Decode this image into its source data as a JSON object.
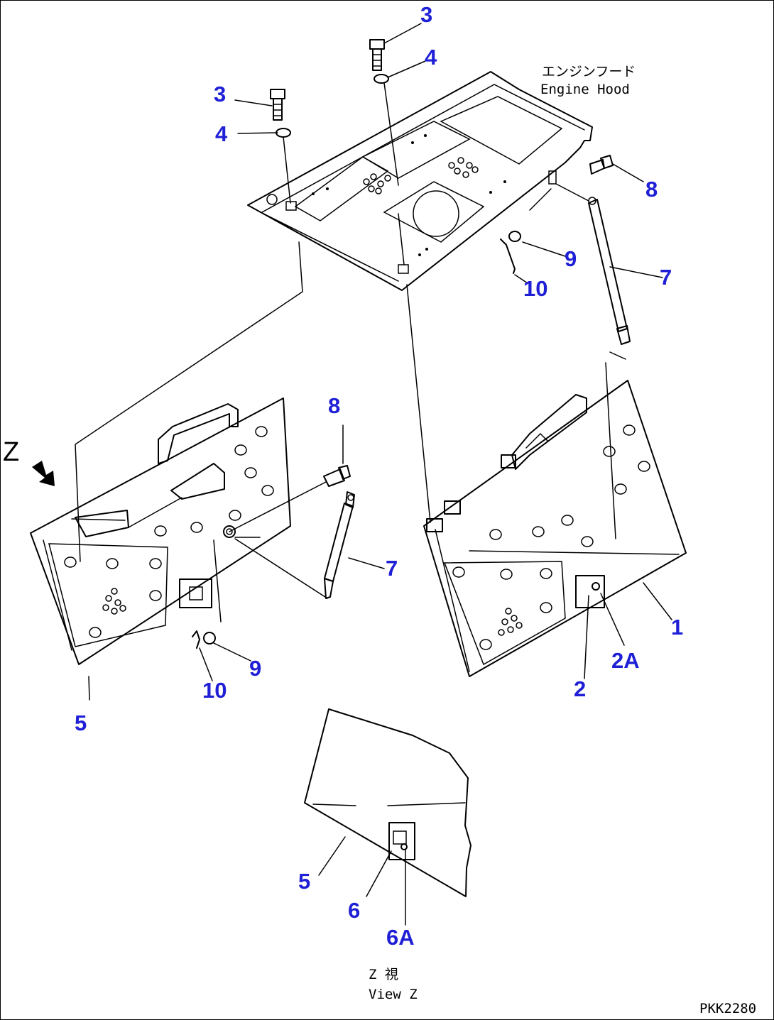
{
  "callout_color": "#1f1fd6",
  "engine_hood": {
    "label_jp": "エンジンフード",
    "label_en": "Engine Hood"
  },
  "view": {
    "arrow_letter": "Z",
    "label_jp": "Z 視",
    "label_en": "View Z"
  },
  "drawing_code": "PKK2280",
  "callouts": {
    "c3a": "3",
    "c4a": "4",
    "c3b": "3",
    "c4b": "4",
    "c8a": "8",
    "c9a": "9",
    "c10a": "10",
    "c7a": "7",
    "c1": "1",
    "c2a": "2A",
    "c2": "2",
    "c8b": "8",
    "c7b": "7",
    "c9b": "9",
    "c10b": "10",
    "c5a": "5",
    "c5b": "5",
    "c6": "6",
    "c6a": "6A"
  }
}
